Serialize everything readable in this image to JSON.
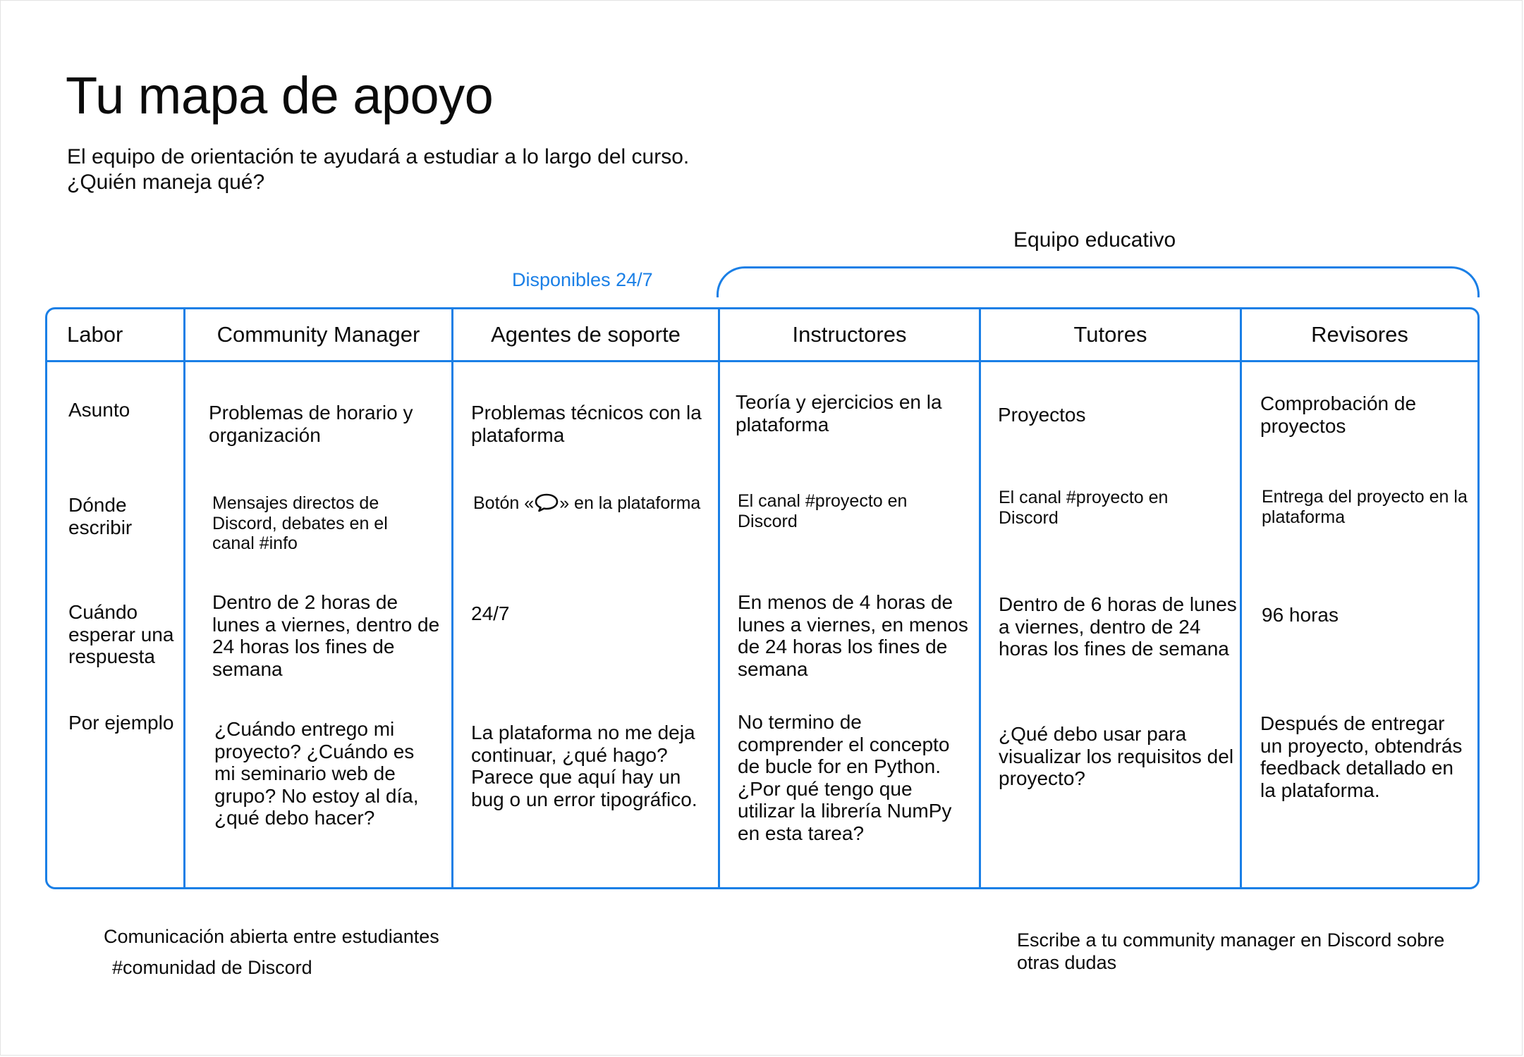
{
  "title": "Tu mapa de apoyo",
  "subtitle_line1": "El equipo de orientación te ayudará a estudiar a lo largo del curso.",
  "subtitle_line2": "¿Quién maneja qué?",
  "team_label": "Equipo educativo",
  "availability_label": "Disponibles 24/7",
  "accent_color": "#1a7fe6",
  "headers": {
    "labor": "Labor",
    "community_manager": "Community Manager",
    "support_agents": "Agentes de soporte",
    "instructors": "Instructores",
    "tutors": "Tutores",
    "reviewers": "Revisores"
  },
  "row_labels": {
    "subject": "Asunto",
    "where": "Dónde escribir",
    "when": "Cuándo esperar una respuesta",
    "example": "Por ejemplo"
  },
  "subject": {
    "community_manager": "Problemas de horario y organización",
    "support_agents": "Problemas técnicos con la plataforma",
    "instructors": "Teoría y ejercicios en la plataforma",
    "tutors": "Proyectos",
    "reviewers": "Comprobación de proyectos"
  },
  "where": {
    "community_manager": "Mensajes directos de Discord, debates en el canal #info",
    "support_agents_before": "Botón «",
    "support_agents_icon": "chat-bubble-icon",
    "support_agents_after": "» en la plataforma",
    "instructors": "El canal #proyecto en Discord",
    "tutors": "El canal #proyecto en Discord",
    "reviewers": "Entrega del proyecto en la plataforma"
  },
  "when": {
    "community_manager": "Dentro de 2 horas de lunes a viernes, dentro de 24 horas los fines de semana",
    "support_agents": "24/7",
    "instructors": "En menos de 4 horas de lunes a viernes, en menos de 24 horas los fines de semana",
    "tutors": "Dentro de 6 horas de lunes a viernes, dentro de 24 horas los fines de semana",
    "reviewers": "96 horas"
  },
  "example": {
    "community_manager": "¿Cuándo entrego mi proyecto? ¿Cuándo es mi seminario web de grupo? No estoy al día, ¿qué debo hacer?",
    "support_agents": "La plataforma no me deja continuar, ¿qué hago? Parece que aquí hay un bug o un error tipográfico.",
    "instructors": "No termino de comprender el concepto de bucle for en Python. ¿Por qué tengo que utilizar la librería NumPy en esta tarea?",
    "tutors": "¿Qué debo usar para visualizar los requisitos del proyecto?",
    "reviewers": "Después de entregar un proyecto, obtendrás feedback detallado en la plataforma."
  },
  "footer": {
    "left_line1": "Comunicación abierta entre estudiantes",
    "left_line2": "#comunidad de Discord",
    "right": "Escribe a tu community manager en Discord sobre otras dudas"
  }
}
